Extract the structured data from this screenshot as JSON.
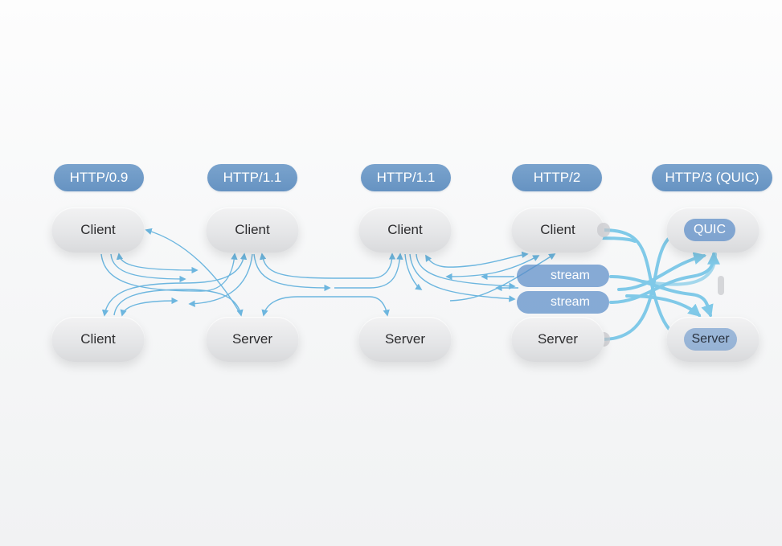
{
  "diagram": {
    "title": "HTTP protocol evolution: connection and stream models",
    "columns": [
      {
        "id": "http09",
        "label": "HTTP/0.9",
        "top_node": "Client",
        "bottom_node": "Client"
      },
      {
        "id": "http11a",
        "label": "HTTP/1.1",
        "top_node": "Client",
        "bottom_node": "Server"
      },
      {
        "id": "http11b",
        "label": "HTTP/1.1",
        "top_node": "Client",
        "bottom_node": "Server"
      },
      {
        "id": "http2",
        "label": "HTTP/2",
        "top_node": "Client",
        "bottom_node": "Server",
        "streams": [
          "stream",
          "stream"
        ]
      },
      {
        "id": "http3",
        "label": "HTTP/3 (QUIC)",
        "top_node": "QUIC",
        "bottom_node": "Server"
      }
    ],
    "colors": {
      "label_bg": "#6f9bc8",
      "node_bg": "#e6e7e9",
      "link": "#5fb0dd",
      "link_bright": "#7fd0ee",
      "stream_bg": "#5a8cc8",
      "text": "#2c2c2e"
    }
  }
}
